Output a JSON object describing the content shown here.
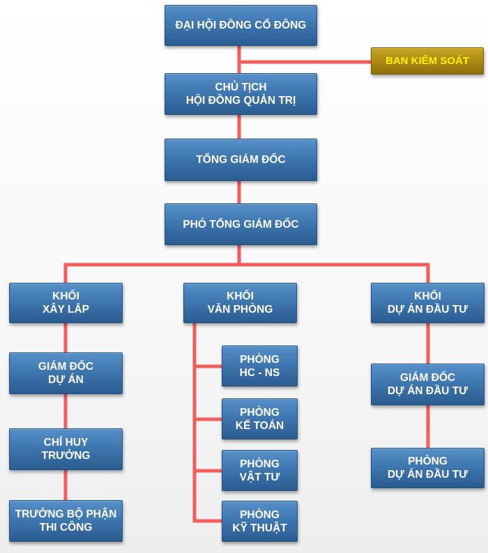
{
  "org_chart": {
    "dai_hoi": "ĐẠI HỘI ĐỒNG CỔ ĐÔNG",
    "ban_kiem_soat": "BAN KIỂM SOÁT",
    "chu_tich": "CHỦ TỊCH\nHỘI ĐỒNG QUẢN TRỊ",
    "tong_giam_doc": "TỔNG GIÁM ĐỐC",
    "pho_tong_giam_doc": "PHÓ TỔNG GIÁM ĐỐC",
    "khoi_xay_lap": "KHỐI\nXÂY LẮP",
    "khoi_van_phong": "KHỐI\nVĂN PHÒNG",
    "khoi_du_an": "KHỐI\nDỰ ÁN ĐẦU TƯ",
    "giam_doc_du_an": "GIÁM ĐỐC\nDỰ ÁN",
    "chi_huy_truong": "CHỈ HUY\nTRƯỞNG",
    "truong_bo_phan": "TRƯỞNG BỘ PHẬN\nTHI CÔNG",
    "phong_hc_ns": "PHÒNG\nHC - NS",
    "phong_ke_toan": "PHÒNG\nKẾ TOÁN",
    "phong_vat_tu": "PHÒNG\nVẬT TƯ",
    "phong_ky_thuat": "PHÒNG\nKỸ THUẬT",
    "giam_doc_du_an_dau_tu": "GIÁM ĐỐC\nDỰ ÁN ĐẦU TƯ",
    "phong_du_an_dau_tu": "PHÒNG\nDỰ ÁN ĐẦU TƯ"
  }
}
